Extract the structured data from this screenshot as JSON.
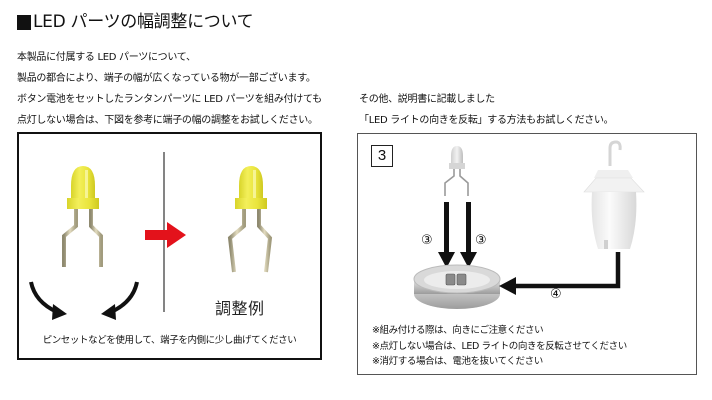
{
  "title": "LED パーツの幅調整について",
  "intro_lines": [
    "本製品に付属する LED パーツについて、",
    "製品の都合により、端子の幅が広くなっている物が一部ございます。",
    "ボタン電池をセットしたランタンパーツに LED パーツを組み付けても",
    "点灯しない場合は、下図を参考に端子の幅の調整をお試しください。"
  ],
  "intro_right_lines": [
    "その他、説明書に記載しました",
    "「LED ライトの向きを反転」する方法もお試しください。"
  ],
  "left_panel": {
    "example_label": "調整例",
    "caption": "ピンセットなどを使用して、端子を内側に少し曲げてください",
    "icons": [
      "led-original-image",
      "bend-inward-arrow-left-icon",
      "bend-inward-arrow-right-icon",
      "red-right-arrow-icon",
      "led-adjusted-image"
    ],
    "colors": {
      "led_yellow": "#e6e23a",
      "arrow_red": "#e3121b",
      "lead_metal": "#c9c0a0"
    }
  },
  "right_panel": {
    "step_number": "3",
    "step_labels": [
      "③",
      "③",
      "④"
    ],
    "notes": [
      "※組み付ける際は、向きにご注意ください",
      "※点灯しない場合は、LED ライトの向きを反転させてください",
      "※消灯する場合は、電池を抜いてください"
    ],
    "icons": [
      "led-part-image",
      "down-arrow-icon",
      "down-arrow-icon",
      "battery-base-image",
      "lantern-shade-image",
      "left-elbow-arrow-icon"
    ]
  }
}
